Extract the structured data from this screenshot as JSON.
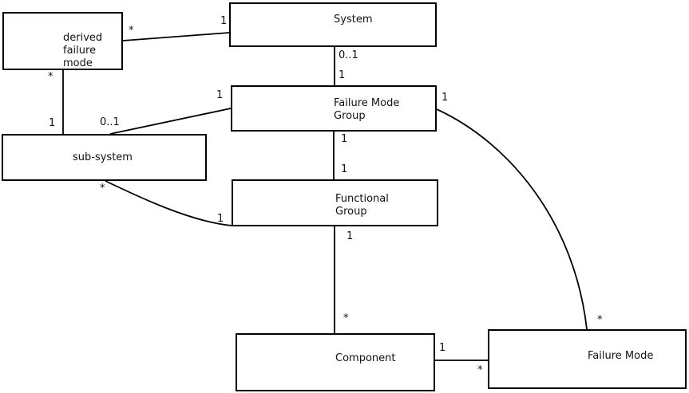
{
  "diagram": {
    "type": "uml-association-diagram",
    "nodes": {
      "derived_failure_mode": {
        "label": "derived\nfailure\nmode"
      },
      "system": {
        "label": "System"
      },
      "failure_mode_group": {
        "label": "Failure Mode\nGroup"
      },
      "sub_system": {
        "label": "sub-system"
      },
      "functional_group": {
        "label": "Functional\nGroup"
      },
      "component": {
        "label": "Component"
      },
      "failure_mode": {
        "label": "Failure Mode"
      }
    },
    "associations": {
      "system_derived": {
        "system_end": "1",
        "derived_end": "*"
      },
      "derived_subsystem": {
        "derived_end": "*",
        "subsystem_end": "1"
      },
      "fmg_subsystem": {
        "fmg_end": "1",
        "subsystem_end": "0..1"
      },
      "system_fmg": {
        "system_end": "0..1",
        "fmg_end": "1"
      },
      "fmg_functional": {
        "fmg_end": "1",
        "functional_end": "1"
      },
      "subsystem_functional": {
        "subsystem_end": "*",
        "functional_end": "1"
      },
      "functional_component": {
        "functional_end": "1",
        "component_end": "*"
      },
      "component_fm": {
        "component_end": "1",
        "fm_end": "*"
      },
      "fmg_fm": {
        "fmg_end": "1",
        "fm_end": "*"
      }
    }
  },
  "colors": {
    "line": "#000000",
    "node_fill": "#ffffff",
    "node_border": "#000000",
    "background": "#ffffff",
    "text": "#111111"
  }
}
